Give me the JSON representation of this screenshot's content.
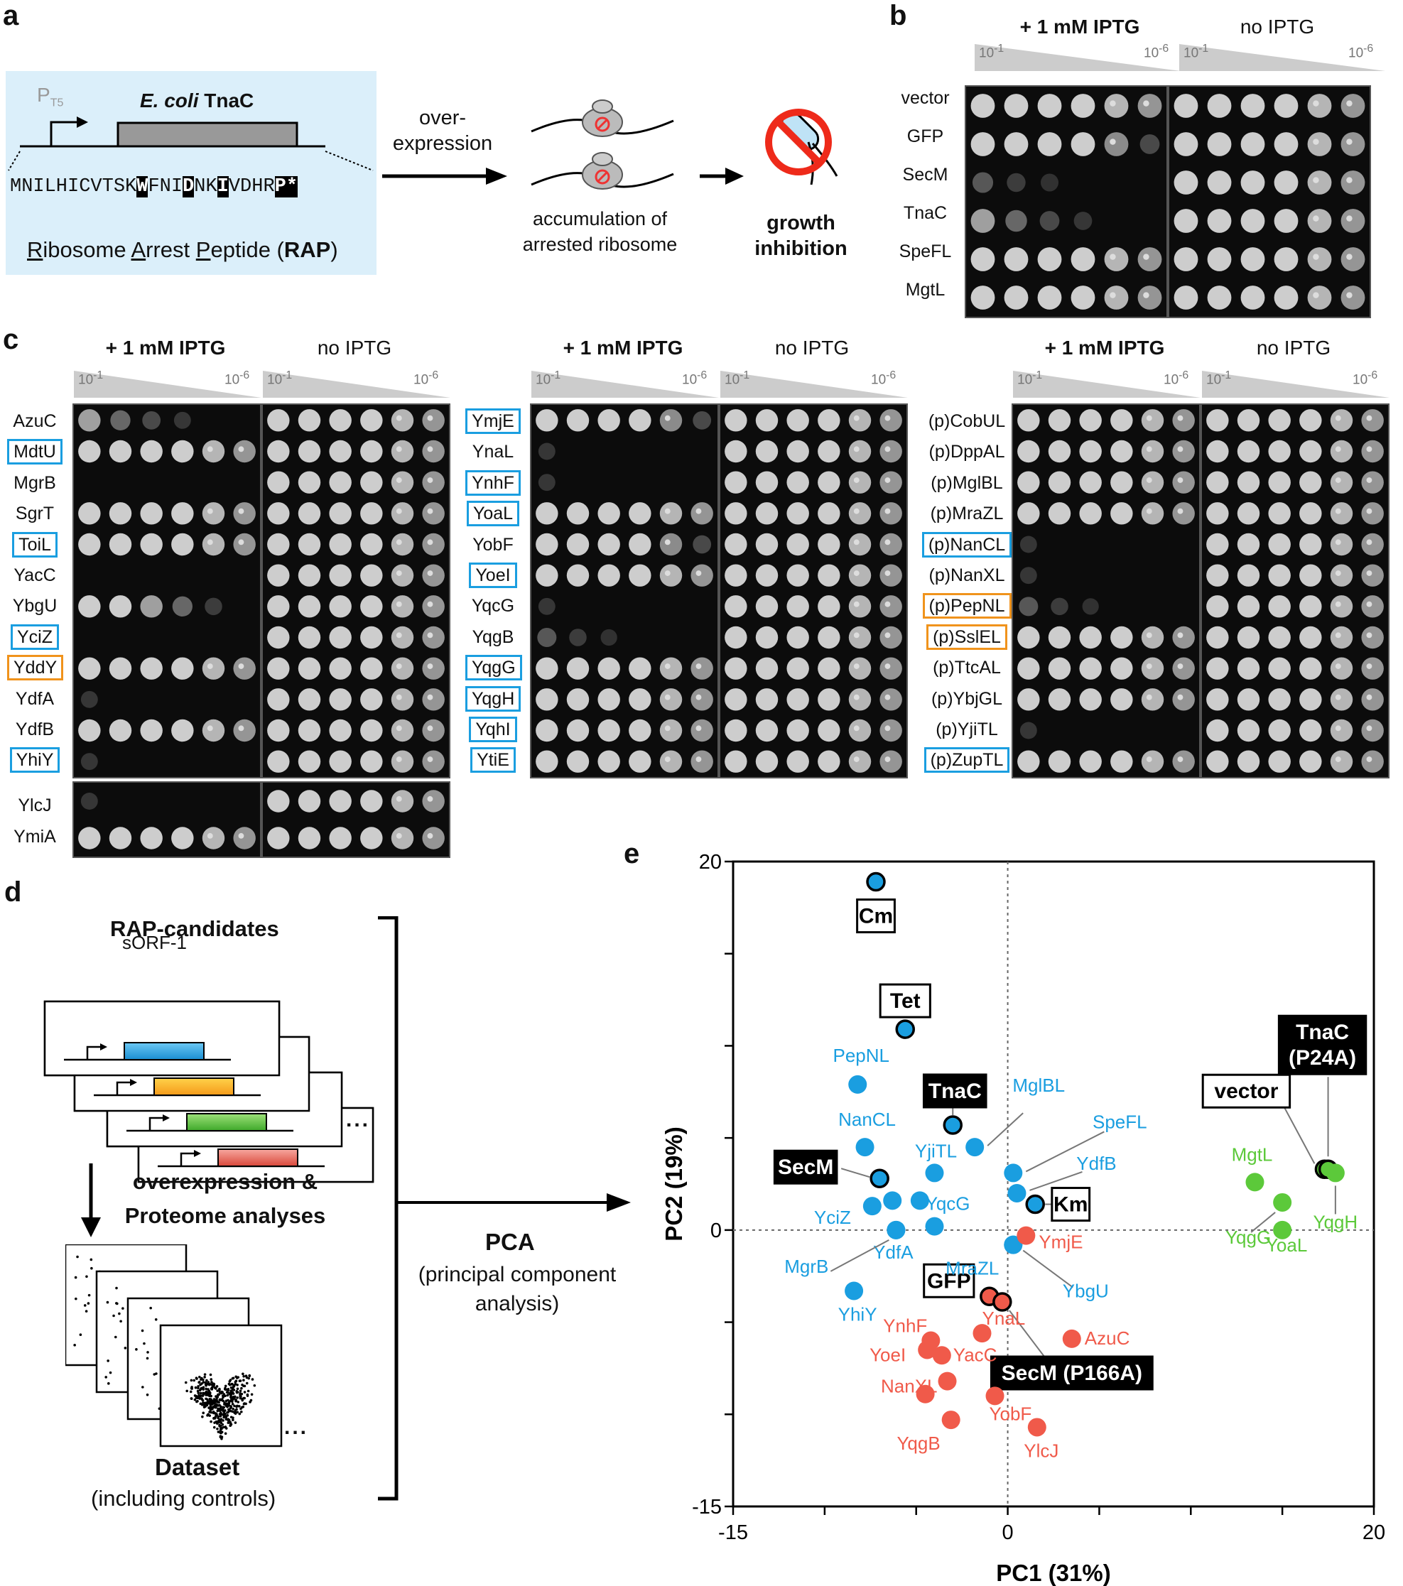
{
  "panel_a": {
    "letter": "a",
    "promoter": "P",
    "promoter_sub": "T5",
    "gene_label_italic": "E. coli",
    "gene_label": "TnaC",
    "sequence": [
      {
        "t": "MNILHICVTSK",
        "h": false
      },
      {
        "t": "W",
        "h": true
      },
      {
        "t": "FNI",
        "h": false
      },
      {
        "t": "D",
        "h": true
      },
      {
        "t": "NK",
        "h": false
      },
      {
        "t": "I",
        "h": true
      },
      {
        "t": "VDHR",
        "h": false
      },
      {
        "t": "P*",
        "h": true
      }
    ],
    "rap_caption": "Ribosome Arrest Peptide (RAP)",
    "overexpression": "over-\nexpression",
    "accumulation": "accumulation of\narrested ribosome",
    "growth": "growth\ninhibition"
  },
  "panel_b": {
    "letter": "b",
    "header_iptg": "+ 1 mM IPTG",
    "header_no": "no IPTG",
    "dil_start": "10",
    "dil_start_exp": "-1",
    "dil_end": "10",
    "dil_end_exp": "-6",
    "rows": [
      "vector",
      "GFP",
      "SecM",
      "TnaC",
      "SpeFL",
      "MgtL"
    ]
  },
  "panel_c": {
    "letter": "c",
    "header_iptg": "+ 1 mM IPTG",
    "header_no": "no IPTG",
    "col1": [
      {
        "n": "AzuC",
        "b": ""
      },
      {
        "n": "MdtU",
        "b": "blue"
      },
      {
        "n": "MgrB",
        "b": ""
      },
      {
        "n": "SgrT",
        "b": ""
      },
      {
        "n": "ToiL",
        "b": "blue"
      },
      {
        "n": "YacC",
        "b": ""
      },
      {
        "n": "YbgU",
        "b": ""
      },
      {
        "n": "YciZ",
        "b": "blue"
      },
      {
        "n": "YddY",
        "b": "orange"
      },
      {
        "n": "YdfA",
        "b": ""
      },
      {
        "n": "YdfB",
        "b": ""
      },
      {
        "n": "YhiY",
        "b": "blue"
      }
    ],
    "col1_extra": [
      {
        "n": "YlcJ",
        "b": ""
      },
      {
        "n": "YmiA",
        "b": ""
      }
    ],
    "col2": [
      {
        "n": "YmjE",
        "b": "blue"
      },
      {
        "n": "YnaL",
        "b": ""
      },
      {
        "n": "YnhF",
        "b": "blue"
      },
      {
        "n": "YoaL",
        "b": "blue"
      },
      {
        "n": "YobF",
        "b": ""
      },
      {
        "n": "YoeI",
        "b": "blue"
      },
      {
        "n": "YqcG",
        "b": ""
      },
      {
        "n": "YqgB",
        "b": ""
      },
      {
        "n": "YqgG",
        "b": "blue"
      },
      {
        "n": "YqgH",
        "b": "blue"
      },
      {
        "n": "YqhI",
        "b": "blue"
      },
      {
        "n": "YtiE",
        "b": "blue"
      }
    ],
    "col3": [
      {
        "n": "(p)CobUL",
        "b": ""
      },
      {
        "n": "(p)DppAL",
        "b": ""
      },
      {
        "n": "(p)MglBL",
        "b": ""
      },
      {
        "n": "(p)MraZL",
        "b": ""
      },
      {
        "n": "(p)NanCL",
        "b": "blue"
      },
      {
        "n": "(p)NanXL",
        "b": ""
      },
      {
        "n": "(p)PepNL",
        "b": "orange"
      },
      {
        "n": "(p)SslEL",
        "b": "orange"
      },
      {
        "n": "(p)TtcAL",
        "b": ""
      },
      {
        "n": "(p)YbjGL",
        "b": ""
      },
      {
        "n": "(p)YjiTL",
        "b": ""
      },
      {
        "n": "(p)ZupTL",
        "b": "blue"
      }
    ]
  },
  "panel_d": {
    "letter": "d",
    "candidates": "RAP-candidates",
    "sorf": "sORF-1",
    "ellipsis": "...",
    "overexp": "overexpression &\nProteome analyses",
    "dataset": "Dataset",
    "dataset_sub": "(including controls)",
    "pca": "PCA",
    "pca_sub": "(principal component\nanalysis)"
  },
  "panel_e": {
    "letter": "e",
    "chart_data": {
      "type": "scatter",
      "xlabel": "PC1 (31%)",
      "ylabel": "PC2 (19%)",
      "xlim": [
        -15,
        20
      ],
      "ylim": [
        -15,
        20
      ],
      "xticks": [
        "-15",
        "0",
        "20"
      ],
      "yticks": [
        "20",
        "0",
        "-15"
      ],
      "colors": {
        "blue": "#1a9ee0",
        "red": "#f05a4a",
        "green": "#5cc93a"
      },
      "points": [
        {
          "name": "Cm",
          "x": -7.2,
          "y": 18.9,
          "c": "blue",
          "ctrl": "white"
        },
        {
          "name": "Tet",
          "x": -5.6,
          "y": 10.9,
          "c": "blue",
          "ctrl": "white"
        },
        {
          "name": "TnaC",
          "x": -3.0,
          "y": 5.7,
          "c": "blue",
          "ctrl": "black"
        },
        {
          "name": "SecM",
          "x": -7.0,
          "y": 2.8,
          "c": "blue",
          "ctrl": "black"
        },
        {
          "name": "Km",
          "x": 1.5,
          "y": 1.4,
          "c": "blue",
          "ctrl": "white"
        },
        {
          "name": "GFP",
          "x": -1.0,
          "y": -3.6,
          "c": "red",
          "ctrl": "white"
        },
        {
          "name": "SecM (P166A)",
          "x": -0.3,
          "y": -3.9,
          "c": "red",
          "ctrl": "black"
        },
        {
          "name": "vector",
          "x": 17.3,
          "y": 3.3,
          "c": "green",
          "ctrl": "white"
        },
        {
          "name": "TnaC (P24A)",
          "x": 17.5,
          "y": 3.3,
          "c": "green",
          "ctrl": "black"
        },
        {
          "name": "PepNL",
          "x": -8.2,
          "y": 7.9,
          "c": "blue"
        },
        {
          "name": "NanCL",
          "x": -7.8,
          "y": 4.5,
          "c": "blue"
        },
        {
          "name": "YjiTL",
          "x": -4.0,
          "y": 3.1,
          "c": "blue"
        },
        {
          "name": "MglBL",
          "x": -1.8,
          "y": 4.5,
          "c": "blue"
        },
        {
          "name": "SpeFL",
          "x": 0.3,
          "y": 3.1,
          "c": "blue"
        },
        {
          "name": "YdfB",
          "x": 0.5,
          "y": 2.0,
          "c": "blue"
        },
        {
          "name": "YqcG",
          "x": -4.8,
          "y": 1.6,
          "c": "blue"
        },
        {
          "name": "YciZ",
          "x": -7.4,
          "y": 1.3,
          "c": "blue"
        },
        {
          "name": "",
          "x": -6.3,
          "y": 1.6,
          "c": "blue"
        },
        {
          "name": "YdfA",
          "x": -6.1,
          "y": 0.0,
          "c": "blue"
        },
        {
          "name": "",
          "x": -4.0,
          "y": 0.2,
          "c": "blue"
        },
        {
          "name": "MgrB",
          "x": -6.1,
          "y": 0.0,
          "c": "blue"
        },
        {
          "name": "MraZL",
          "x": 0.3,
          "y": -0.8,
          "c": "blue"
        },
        {
          "name": "YbgU",
          "x": 0.3,
          "y": -0.8,
          "c": "blue"
        },
        {
          "name": "YhiY",
          "x": -8.4,
          "y": -3.3,
          "c": "blue"
        },
        {
          "name": "YmjE",
          "x": 1.0,
          "y": -0.3,
          "c": "red"
        },
        {
          "name": "YnhF",
          "x": -4.2,
          "y": -6.0,
          "c": "red"
        },
        {
          "name": "YnaL",
          "x": -1.4,
          "y": -5.6,
          "c": "red"
        },
        {
          "name": "YacC",
          "x": -3.6,
          "y": -6.8,
          "c": "red"
        },
        {
          "name": "AzuC",
          "x": 3.5,
          "y": -5.9,
          "c": "red"
        },
        {
          "name": "YoeI",
          "x": -4.4,
          "y": -6.5,
          "c": "red"
        },
        {
          "name": "NanXL",
          "x": -3.3,
          "y": -8.2,
          "c": "red"
        },
        {
          "name": "",
          "x": -4.5,
          "y": -8.9,
          "c": "red"
        },
        {
          "name": "YobF",
          "x": -0.7,
          "y": -9.0,
          "c": "red"
        },
        {
          "name": "YqgB",
          "x": -3.1,
          "y": -10.3,
          "c": "red"
        },
        {
          "name": "YlcJ",
          "x": 1.6,
          "y": -10.7,
          "c": "red"
        },
        {
          "name": "MgtL",
          "x": 13.5,
          "y": 2.6,
          "c": "green"
        },
        {
          "name": "YqgG",
          "x": 15.0,
          "y": 1.5,
          "c": "green"
        },
        {
          "name": "YoaL",
          "x": 15.0,
          "y": 0.0,
          "c": "green"
        },
        {
          "name": "YqgH",
          "x": 17.9,
          "y": 3.1,
          "c": "green"
        }
      ]
    }
  }
}
